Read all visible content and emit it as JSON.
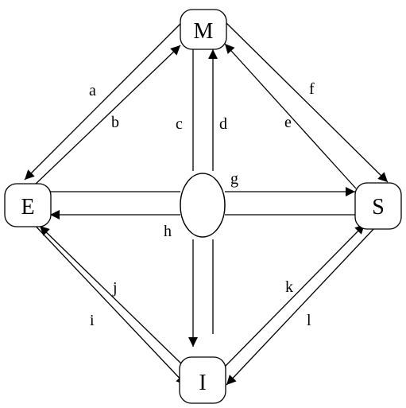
{
  "nodes": {
    "M": {
      "label": "M"
    },
    "E": {
      "label": "E"
    },
    "S": {
      "label": "S"
    },
    "I": {
      "label": "I"
    }
  },
  "edges": [
    {
      "label": "a",
      "from": "M",
      "to": "E"
    },
    {
      "label": "b",
      "from": "E",
      "to": "M"
    },
    {
      "label": "c",
      "from": "M",
      "to": "I"
    },
    {
      "label": "d",
      "from": "I",
      "to": "M"
    },
    {
      "label": "e",
      "from": "S",
      "to": "M"
    },
    {
      "label": "f",
      "from": "M",
      "to": "S"
    },
    {
      "label": "g",
      "from": "E",
      "to": "S"
    },
    {
      "label": "h",
      "from": "S",
      "to": "E"
    },
    {
      "label": "i",
      "from": "E",
      "to": "I"
    },
    {
      "label": "j",
      "from": "I",
      "to": "E"
    },
    {
      "label": "k",
      "from": "I",
      "to": "S"
    },
    {
      "label": "l",
      "from": "S",
      "to": "I"
    }
  ]
}
